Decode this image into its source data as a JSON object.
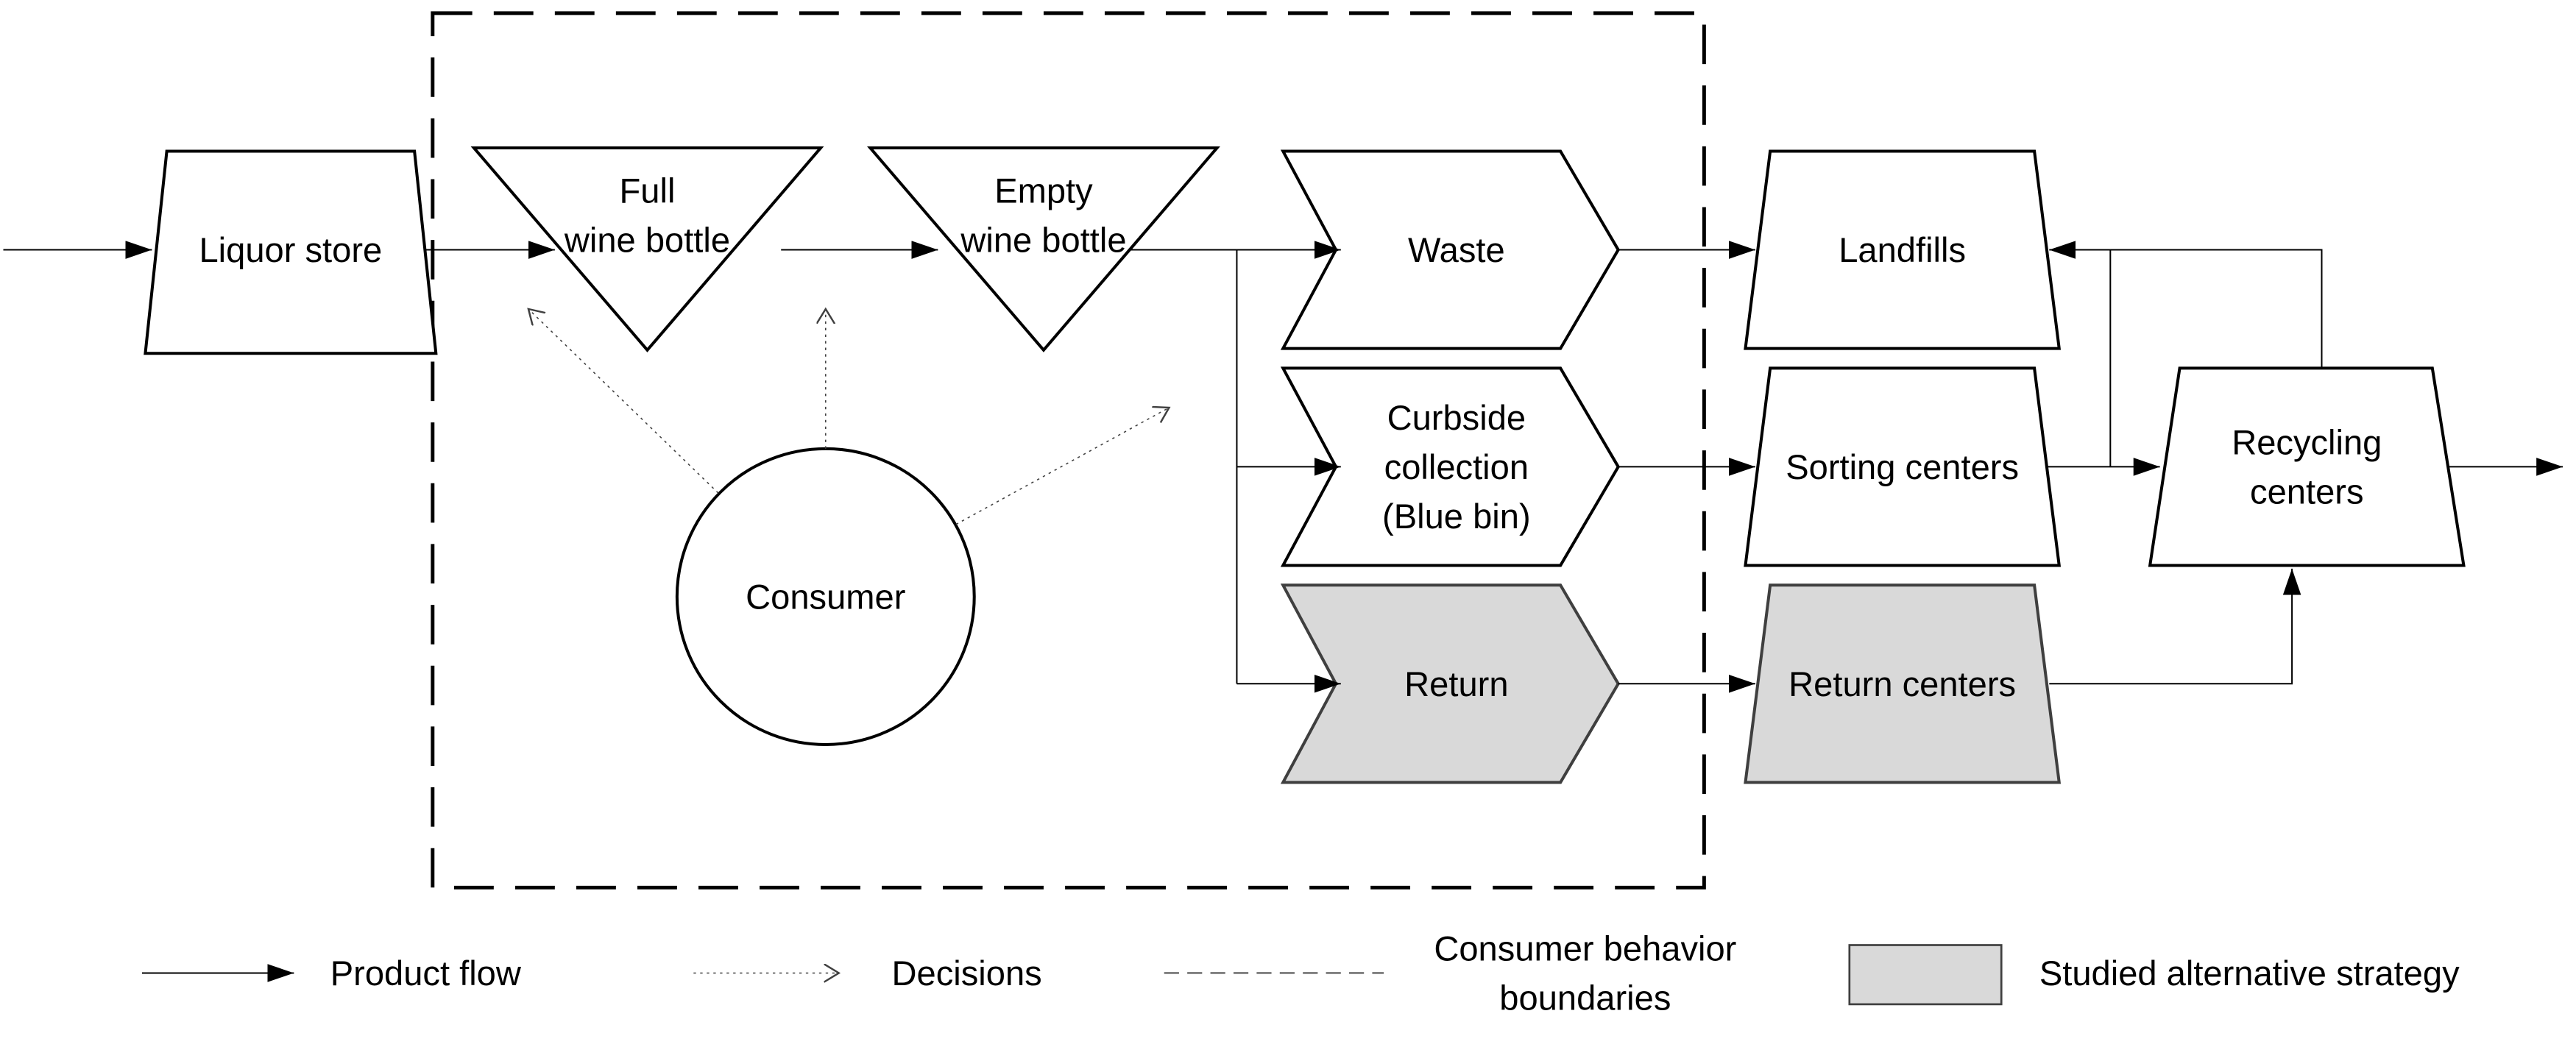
{
  "title": "Wine bottle end-of-life product flow diagram",
  "colors": {
    "background": "#ffffff",
    "shape_fill": "#ffffff",
    "line": "#000000",
    "alt_fill": "#d9d9d9",
    "alt_stroke": "#3f3f3f",
    "decision_line": "#404040",
    "legend_dash": "#808080",
    "text": "#000000"
  },
  "nodes": {
    "liquor_store": {
      "label": "Liquor store",
      "shape": "trapezoid"
    },
    "full_bottle": {
      "lines": [
        "Full",
        "wine bottle"
      ],
      "shape": "inverted-triangle"
    },
    "empty_bottle": {
      "lines": [
        "Empty",
        "wine bottle"
      ],
      "shape": "inverted-triangle"
    },
    "consumer": {
      "label": "Consumer",
      "shape": "circle"
    },
    "waste": {
      "label": "Waste",
      "shape": "chevron"
    },
    "curbside": {
      "lines": [
        "Curbside",
        "collection",
        "(Blue bin)"
      ],
      "shape": "chevron"
    },
    "return": {
      "label": "Return",
      "shape": "chevron",
      "highlighted": true
    },
    "landfills": {
      "label": "Landfills",
      "shape": "trapezoid"
    },
    "sorting_centers": {
      "label": "Sorting centers",
      "shape": "trapezoid"
    },
    "return_centers": {
      "label": "Return centers",
      "shape": "trapezoid",
      "highlighted": true
    },
    "recycling_centers": {
      "lines": [
        "Recycling",
        "centers"
      ],
      "shape": "trapezoid"
    }
  },
  "legend": {
    "product_flow": "Product flow",
    "decisions": "Decisions",
    "boundary_lines": [
      "Consumer behavior",
      "boundaries"
    ],
    "alt_strategy": "Studied alternative strategy"
  }
}
